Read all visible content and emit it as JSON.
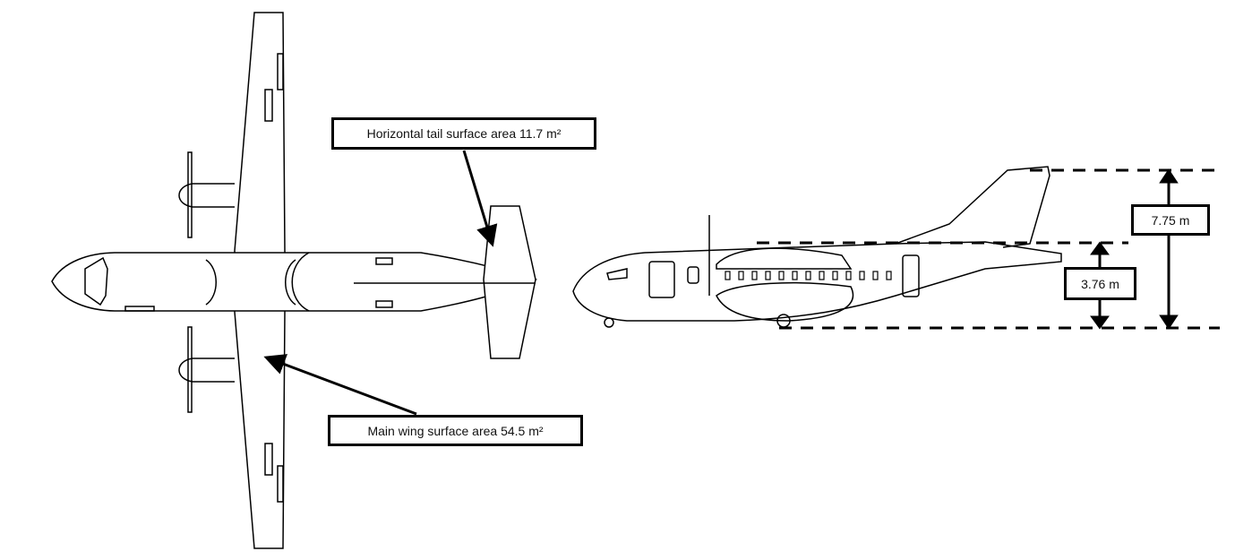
{
  "labels": {
    "horizontal_tail": "Horizontal tail surface area 11.7 m²",
    "main_wing": "Main wing surface area 54.5 m²",
    "total_height": "7.75 m",
    "fuselage_height": "3.76 m"
  }
}
